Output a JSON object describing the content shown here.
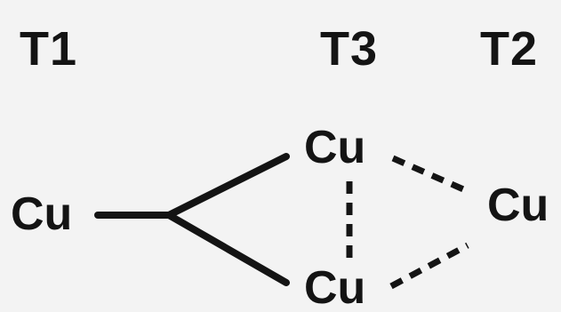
{
  "diagram": {
    "headers": {
      "t1": "T1",
      "t3": "T3",
      "t2": "T2"
    },
    "atoms": {
      "t1_cu": "Cu",
      "t3_top_cu": "Cu",
      "t3_bottom_cu": "Cu",
      "t2_cu": "Cu"
    },
    "colors": {
      "background": "#f3f3f3",
      "ink": "#141414"
    }
  }
}
